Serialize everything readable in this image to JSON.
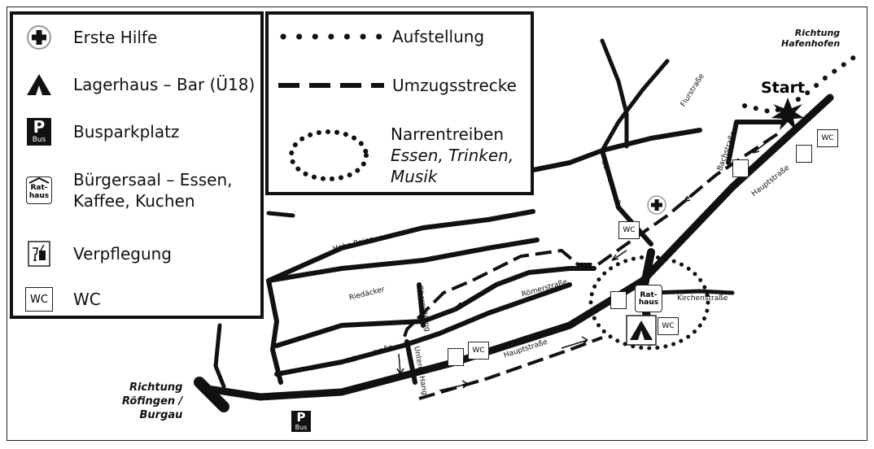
{
  "legend": {
    "items": [
      {
        "icon": "first-aid-icon",
        "label": "Erste Hilfe"
      },
      {
        "icon": "tent-icon",
        "label": "Lagerhaus – Bar (Ü18)"
      },
      {
        "icon": "bus-parking-icon",
        "label": "Busparkplatz",
        "icon_sub": "Bus",
        "icon_main": "P"
      },
      {
        "icon": "town-hall-icon",
        "label": "Bürgersaal – Essen,",
        "label2": "Kaffee, Kuchen",
        "icon_text1": "Rat-",
        "icon_text2": "haus"
      },
      {
        "icon": "food-drink-icon",
        "label": "Verpflegung"
      },
      {
        "icon": "wc-icon",
        "label": "WC",
        "icon_text": "WC"
      }
    ],
    "route": [
      {
        "icon": "dotted-line-icon",
        "label": "Aufstellung"
      },
      {
        "icon": "dashed-line-icon",
        "label": "Umzugsstrecke"
      },
      {
        "icon": "dotted-ellipse-icon",
        "label": "Narrentreiben",
        "sub1": "Essen, Trinken,",
        "sub2": "Musik"
      }
    ]
  },
  "map": {
    "start": "Start",
    "dir_hafenhofen_1": "Richtung",
    "dir_hafenhofen_2": "Hafenhofen",
    "dir_roefingen_1": "Richtung",
    "dir_roefingen_2": "Röfingen /",
    "dir_roefingen_3": "Burgau",
    "streets": {
      "flurstrasse": "Flurstraße",
      "bachstrasse": "Bachstraße",
      "hauptstrasse": "Hauptstraße",
      "sonnenstrasse": "Sonnenstraße",
      "hohe_raine": "Hohe Raine",
      "riedaecker": "Riedäcker",
      "oberer_hang": "Oberer Hang",
      "roemerstrasse": "Römerstraße",
      "unterer_hang": "Unterer Hang",
      "kirchenstrasse": "Kirchenstraße"
    },
    "wc": "WC",
    "rat1": "Rat-",
    "rat2": "haus",
    "bus_p": "P",
    "bus_sub": "Bus"
  }
}
